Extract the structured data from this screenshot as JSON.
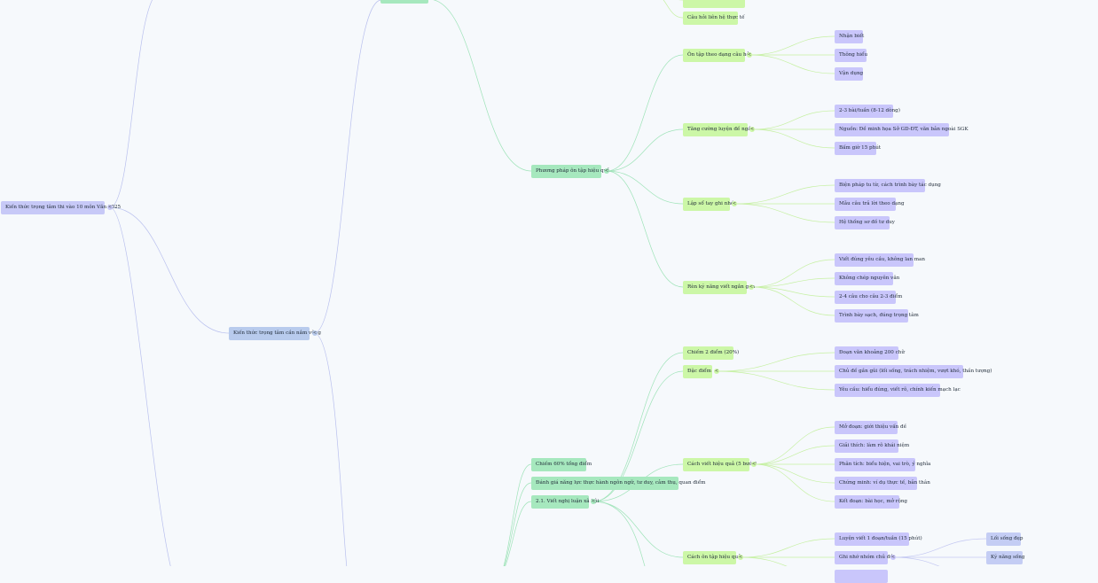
{
  "colors": {
    "root": "#c7c9f7",
    "level1": "#b8cbed",
    "level2": "#a6e8be",
    "level3": "#ccf7a7",
    "level4": "#c9c6fb",
    "edge_root": "#b9c0ee",
    "edge_green": "#9ee3b8",
    "edge_light": "#c6f0a3"
  },
  "toggle_symbol": "<",
  "nodes": {
    "root": "Kiến thức trọng tâm thi vào 10 môn Văn 2025",
    "main_topic": "Kiến thức trọng tâm cần nắm vững",
    "methods": "Phương pháp ôn tập hiệu quả",
    "real_question": "Câu hỏi liên hệ thực tế",
    "by_type": "Ôn tập theo dạng câu hỏi",
    "recognize": "Nhận biết",
    "understand": "Thông hiểu",
    "apply": "Vận dụng",
    "reading_practice": "Tăng cường luyện đề ngắn",
    "per_week": "2-3 bài/tuần (8-12 dòng)",
    "source": "Nguồn: Đề minh họa Sở GD-ĐT, văn bản ngoài SGK",
    "timer": "Bấm giờ 15 phút",
    "notebook": "Lập sổ tay ghi nhớ",
    "rhetoric": "Biện pháp tu từ, cách trình bày tác dụng",
    "answer_template": "Mẫu câu trả lời theo dạng",
    "mindmap_system": "Hệ thống sơ đồ tư duy",
    "concise_writing": "Rèn kỹ năng viết ngắn gọn",
    "on_point": "Viết đúng yêu cầu, không lan man",
    "no_copy": "Không chép nguyên văn",
    "sentences": "2-4 câu cho câu 2-3 điểm",
    "neat": "Trình bày sạch, đúng trọng tâm",
    "share_60": "Chiếm 60% tổng điểm",
    "assess": "Đánh giá năng lực thực hành ngôn ngữ, tư duy, cảm thụ, quan điểm",
    "social_essay": "2.1. Viết nghị luận xã hội",
    "two_points": "Chiếm 2 điểm (20%)",
    "features": "Đặc điểm",
    "paragraph": "Đoạn văn khoảng 200 chữ",
    "themes": "Chủ đề gần gũi (lối sống, trách nhiệm, vượt khó, thần tượng)",
    "requirements": "Yêu cầu: hiểu đúng, viết rõ, chính kiến mạch lạc",
    "five_steps": "Cách viết hiệu quả (5 bước)",
    "opening": "Mở đoạn: giới thiệu vấn đề",
    "explain": "Giải thích: làm rõ khái niệm",
    "analyze": "Phân tích: biểu hiện, vai trò, ý nghĩa",
    "prove": "Chứng minh: ví dụ thực tế, bản thân",
    "conclude": "Kết đoạn: bài học, mở rộng",
    "practice_methods": "Cách ôn tập hiệu quả",
    "daily_practice": "Luyện viết 1 đoạn/tuần (15 phút)",
    "group_themes": "Ghi nhớ nhóm chủ đề",
    "good_life": "Lối sống đẹp",
    "life_skills": "Kỹ năng sống"
  }
}
